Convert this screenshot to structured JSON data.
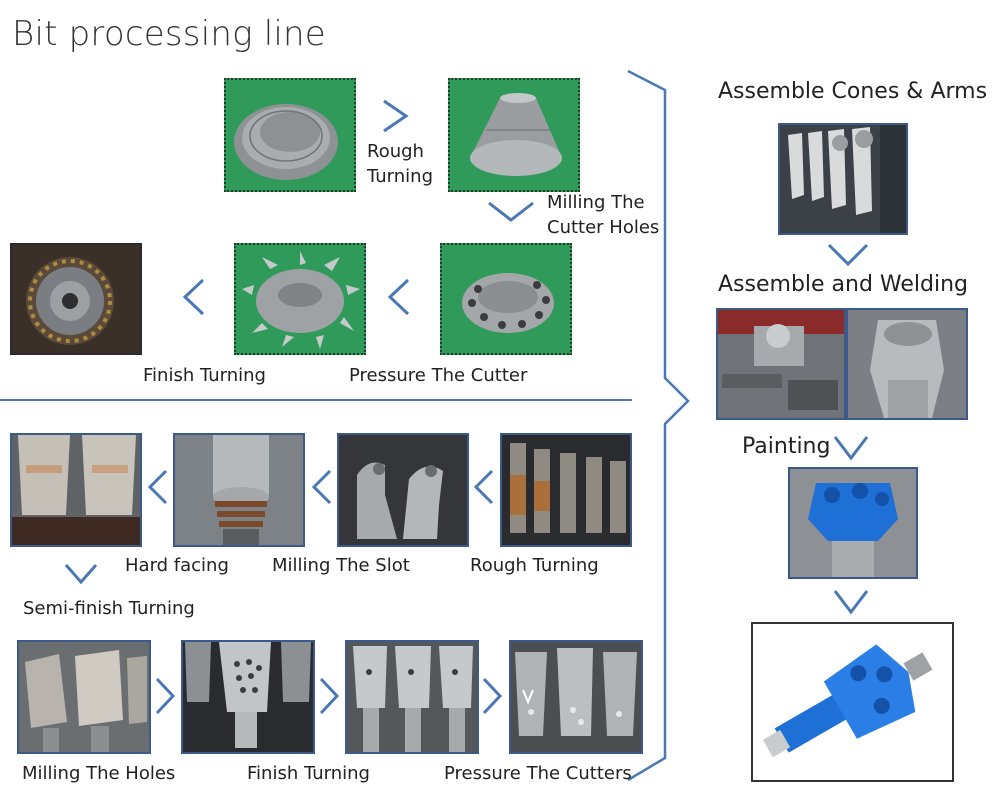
{
  "title": "Bit processing line",
  "left_flow": {
    "row1": {
      "step1_label": "Rough\nTurning",
      "step2_label": "Milling The\nCutter Holes"
    },
    "row2": {
      "pressure_label": "Pressure The Cutter",
      "finish_label": "Finish Turning"
    },
    "row3": {
      "rough_label": "Rough Turning",
      "slot_label": "Milling The Slot",
      "hard_label": "Hard facing",
      "semi_label": "Semi-finish Turning"
    },
    "row4": {
      "holes_label": "Milling The Holes",
      "finish_label": "Finish Turning",
      "pressure_label": "Pressure The Cutters"
    }
  },
  "right_flow": {
    "cones_label": "Assemble Cones & Arms",
    "welding_label": "Assemble and Welding",
    "painting_label": "Painting"
  },
  "colors": {
    "chevron": "#4a78b4",
    "rule": "#4a78b4",
    "green_bg": "#2f9a5a",
    "blue_paint": "#1e6fd6"
  }
}
